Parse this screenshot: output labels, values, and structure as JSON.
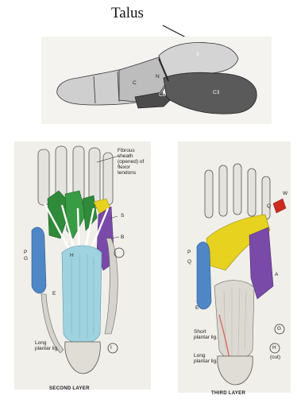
{
  "top_label": "Talus",
  "lateral_view": {
    "bone_labels": [
      "T",
      "N",
      "C",
      "Cb",
      "C3"
    ]
  },
  "second_layer": {
    "caption": "SECOND LAYER",
    "labels": {
      "fibrous_sheath": "Fibrous sheath (opened) of flexor tendons",
      "S": "S",
      "B": "B",
      "P": "P",
      "G": "G",
      "H": "H",
      "E": "E",
      "long_plantar": "Long plantar lig.",
      "circled": "I"
    }
  },
  "third_layer": {
    "caption": "THIRD LAYER",
    "labels": {
      "W": "W",
      "Q_top": "Q",
      "P": "P",
      "Q": "Q",
      "A": "A",
      "E": "E",
      "short_plantar": "Short plantar lig.",
      "long_plantar": "Long plantar lig.",
      "cut": "(cut)",
      "circled_1": "G",
      "circled_2": "H"
    }
  },
  "colors": {
    "bone_light": "#c9c9c9",
    "bone_dark": "#5a5a5a",
    "green": "#2f8a3a",
    "purple": "#7a4aa8",
    "yellow": "#e6d21f",
    "blue": "#4f86c6",
    "cyan": "#9fd3df",
    "red": "#cc2a1e"
  }
}
